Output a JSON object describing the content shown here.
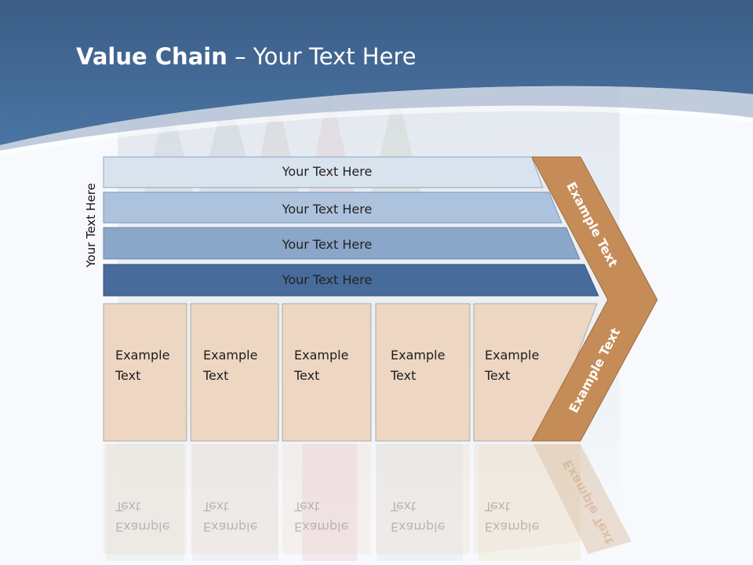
{
  "title": {
    "bold": "Value Chain",
    "rest": " – Your Text Here"
  },
  "side_label": "Your Text Here",
  "bands": [
    {
      "label": "Your Text Here",
      "color": "#d9e3ee"
    },
    {
      "label": "Your Text Here",
      "color": "#adc2dc"
    },
    {
      "label": "Your Text Here",
      "color": "#8aa6c9"
    },
    {
      "label": "Your Text Here",
      "color": "#476b9a"
    }
  ],
  "cards": [
    {
      "line1": "Example",
      "line2": "Text"
    },
    {
      "line1": "Example",
      "line2": "Text"
    },
    {
      "line1": "Example",
      "line2": "Text"
    },
    {
      "line1": "Example",
      "line2": "Text"
    },
    {
      "line1": "Example",
      "line2": "Text"
    }
  ],
  "chevron": {
    "top_label": "Example Text",
    "bottom_label": "Example Text",
    "color": "#c58c58"
  },
  "colors": {
    "header": "#3f6592",
    "card": "#edd6c2"
  }
}
